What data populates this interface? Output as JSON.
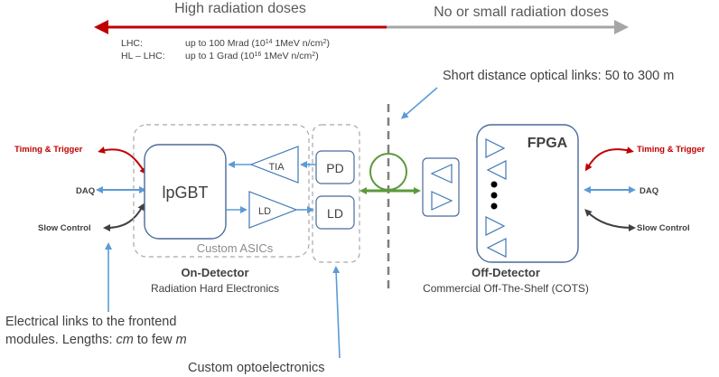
{
  "header": {
    "high_label": "High radiation doses",
    "low_label": "No or small radiation doses"
  },
  "rad_table": {
    "lhc_name": "LHC:",
    "lhc_dose": "up to  100 Mrad  (10",
    "lhc_exp": "14",
    "lhc_unit": " 1MeV n/cm",
    "hllhc_name": "HL – LHC:",
    "hllhc_dose": "up to  1 Grad  (10",
    "hllhc_exp": "16",
    "hllhc_unit": " 1MeV n/cm",
    "sq": "2",
    "close": ")"
  },
  "links": {
    "optical": "Short distance optical links: 50 to 300 m"
  },
  "left_io": {
    "timing": "Timing & Trigger",
    "daq": "DAQ",
    "slow": "Slow Control"
  },
  "right_io": {
    "timing": "Timing & Trigger",
    "daq": "DAQ",
    "slow": "Slow Control"
  },
  "blocks": {
    "lpgbt": "lpGBT",
    "tia": "TIA",
    "ld_amp": "LD",
    "pd": "PD",
    "ld": "LD",
    "asics": "Custom ASICs",
    "fpga": "FPGA"
  },
  "on_detector": {
    "title": "On-Detector",
    "subtitle": "Radiation Hard Electronics"
  },
  "off_detector": {
    "title": "Off-Detector",
    "subtitle": "Commercial Off-The-Shelf (COTS)"
  },
  "annotations": {
    "electrical_1": "Electrical links to the frontend",
    "electrical_2a": "modules. Lengths: ",
    "electrical_cm": "cm",
    "electrical_2b": " to few ",
    "electrical_m": "m",
    "optoelectronics": "Custom optoelectronics"
  },
  "colors": {
    "red": "#c00000",
    "gray_arrow": "#a6a6a6",
    "blue": "#5b9bd5",
    "green": "#5b9a3c",
    "dark": "#404040"
  }
}
